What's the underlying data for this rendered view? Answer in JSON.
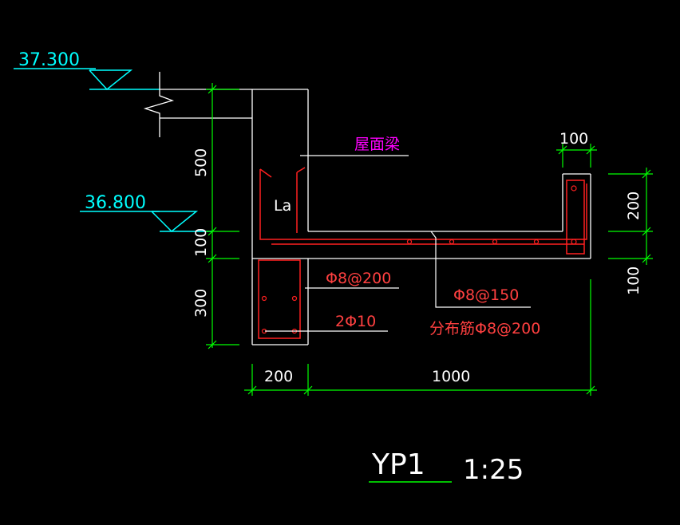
{
  "drawing": {
    "title": "YP1",
    "scale": "1:25"
  },
  "elevations": {
    "top": "37.300",
    "mid": "36.800"
  },
  "labels": {
    "roof_beam": "屋面梁",
    "anchorage": "La",
    "stirrup": "Φ8@200",
    "bottom_bar": "2Φ10",
    "slab_bar": "Φ8@150",
    "distribution_bar": "分布筋Φ8@200"
  },
  "dimensions": {
    "beam_upper": "500",
    "beam_mid": "100",
    "beam_lower": "300",
    "beam_width": "200",
    "span": "1000",
    "upturn_width": "100",
    "upturn_height": "200",
    "slab_thickness": "100"
  },
  "colors": {
    "outline": "#ffffff",
    "rebar": "#ff2020",
    "dimension": "#00ff00",
    "elevation": "#00ffff",
    "beam_label": "#ff00ff",
    "annotation": "#ff4040"
  }
}
